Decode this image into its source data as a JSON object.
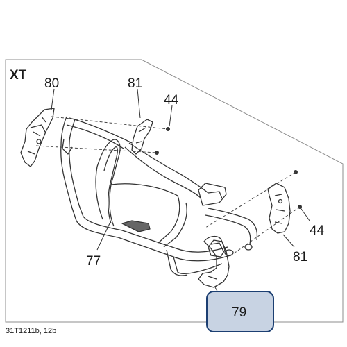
{
  "diagram": {
    "model_label": "XT",
    "image_code": "31T1211b, 12b",
    "highlighted_part": "79",
    "highlight_color": "#c8d3e3",
    "highlight_border": "#1c3f72",
    "callouts": [
      {
        "id": "80",
        "label": "80"
      },
      {
        "id": "81-left",
        "label": "81"
      },
      {
        "id": "44-left",
        "label": "44"
      },
      {
        "id": "77",
        "label": "77"
      },
      {
        "id": "81-right",
        "label": "81"
      },
      {
        "id": "44-right",
        "label": "44"
      },
      {
        "id": "79",
        "label": "79"
      }
    ]
  }
}
